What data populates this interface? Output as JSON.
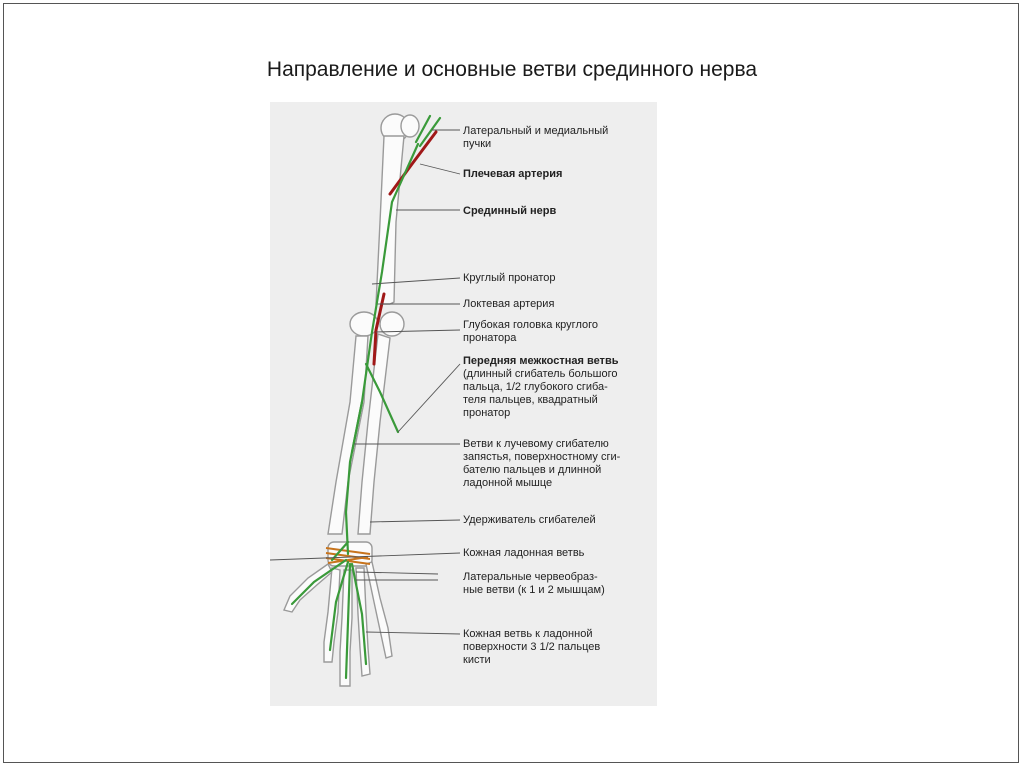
{
  "title": "Направление и основные ветви срединного нерва",
  "labels": {
    "bundles": "Латеральный и медиальный\nпучки",
    "brachial_artery": "Плечевая артерия",
    "median_nerve": "Срединный нерв",
    "pronator_teres": "Круглый пронатор",
    "ulnar_artery": "Локтевая артерия",
    "deep_head": "Глубокая головка круглого\nпронатора",
    "anterior_interosseous_title": "Передняя межкостная ветвь",
    "anterior_interosseous_body": "(длинный сгибатель большого\nпальца, 1/2 глубокого сгиба-\nтеля пальцев, квадратный\nпронатор",
    "radial_flexor_branches": "Ветви к лучевому сгибателю\nзапястья, поверхностному сги-\nбателю пальцев и длинной\nладонной мышце",
    "flexor_retinaculum": "Удерживатель сгибателей",
    "palmar_cutaneous": "Кожная ладонная ветвь",
    "lumbrical_branches": "Латеральные червеобраз-\nные ветви (к 1 и 2 мышцам)",
    "digital_cutaneous": "Кожная ветвь к ладонной\nповерхности 3 1/2 пальцев\nкисти"
  },
  "colors": {
    "nerve": "#3a9a3a",
    "artery": "#a01818",
    "bone": "#fbfbfb",
    "bone_outline": "#9a9a9a",
    "leader": "#555555"
  }
}
